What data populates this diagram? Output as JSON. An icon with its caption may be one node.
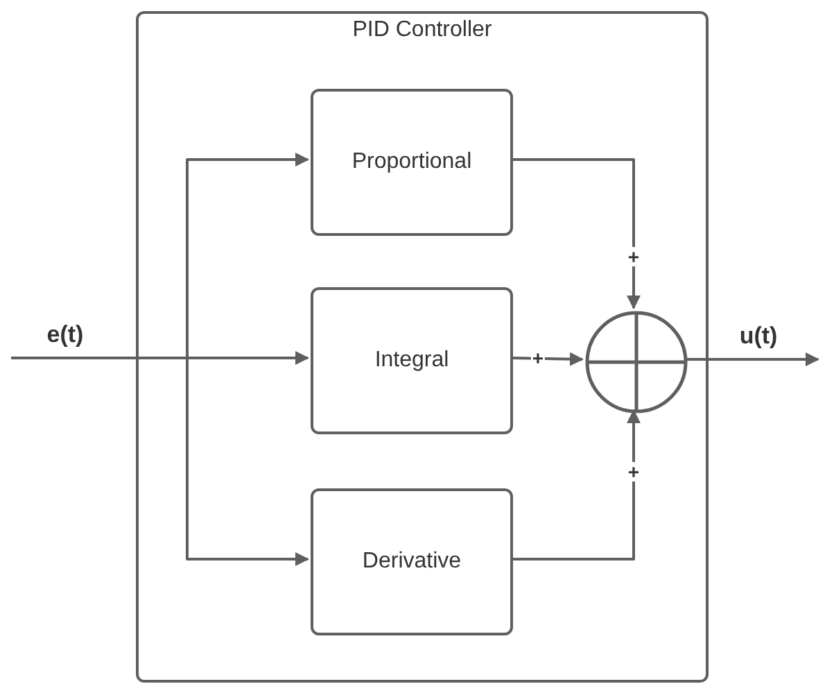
{
  "diagram": {
    "nodes": [
      {
        "text": [
          "PID Controller"
        ]
      },
      {
        "text": [
          "Proportional"
        ],
        "in": 0
      },
      {
        "text": [
          "Integral"
        ],
        "in": 0
      },
      {
        "text": [
          "Derivative"
        ],
        "in": 0
      },
      {
        "text": [],
        "shape": "circle",
        "in": 0
      }
    ],
    "edges": [
      {
        "from": null,
        "to": 1,
        "arrow": "to"
      },
      {
        "from": null,
        "to": 2,
        "arrow": "to",
        "label": "e(t)"
      },
      {
        "from": null,
        "to": 3,
        "arrow": "to"
      },
      {
        "from": 1,
        "to": 4,
        "arrow": "to",
        "label": "+"
      },
      {
        "from": 2,
        "to": 4,
        "arrow": "to",
        "label": "+"
      },
      {
        "from": 3,
        "to": 4,
        "arrow": "to",
        "label": "+"
      },
      {
        "from": 4,
        "to": null,
        "arrow": "to",
        "label": "u(t)"
      }
    ]
  }
}
